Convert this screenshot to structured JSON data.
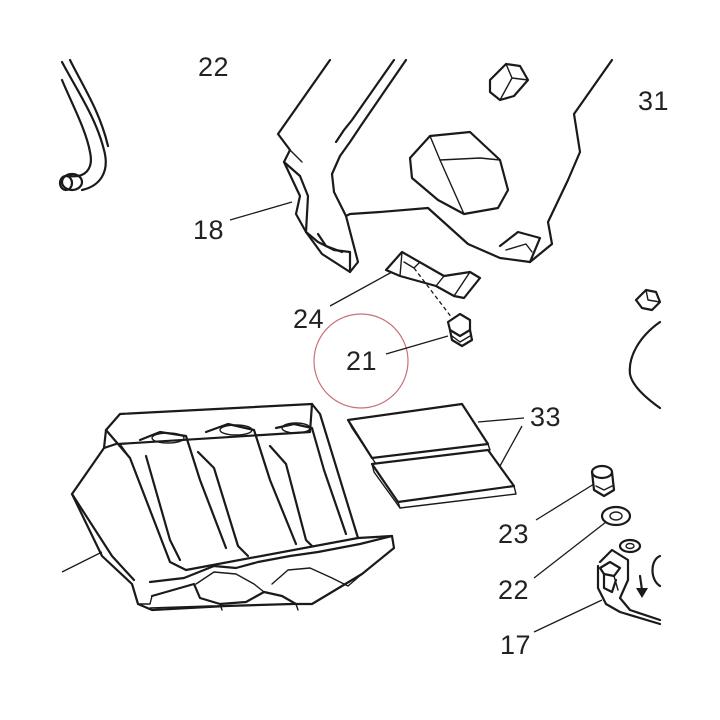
{
  "colors": {
    "line": "#1a1a1a",
    "background": "#ffffff",
    "highlight_circle": "#c9707a"
  },
  "callouts": {
    "c22_top": "22",
    "c31": "31",
    "c18": "18",
    "c24": "24",
    "c21": "21",
    "c33": "33",
    "c23": "23",
    "c22_bottom": "22",
    "c17": "17"
  },
  "highlight": {
    "part": "21"
  }
}
